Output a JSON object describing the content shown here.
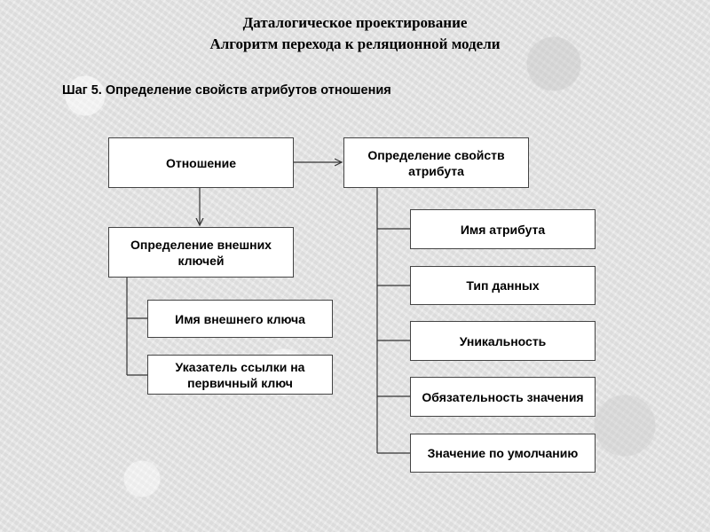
{
  "header": {
    "title_line1": "Даталогическое проектирование",
    "title_line2": "Алгоритм перехода к реляционной модели"
  },
  "step": {
    "label": "Шаг 5. Определение свойств атрибутов отношения"
  },
  "nodes": {
    "relation": "Отношение",
    "attribute_properties": "Определение свойств атрибута",
    "foreign_keys": "Определение внешних ключей",
    "foreign_key_name": "Имя внешнего ключа",
    "foreign_key_pointer": "Указатель ссылки на первичный ключ",
    "attribute_name": "Имя атрибута",
    "data_type": "Тип данных",
    "uniqueness": "Уникальность",
    "mandatory": "Обязательность значения",
    "default_value": "Значение по умолчанию"
  }
}
